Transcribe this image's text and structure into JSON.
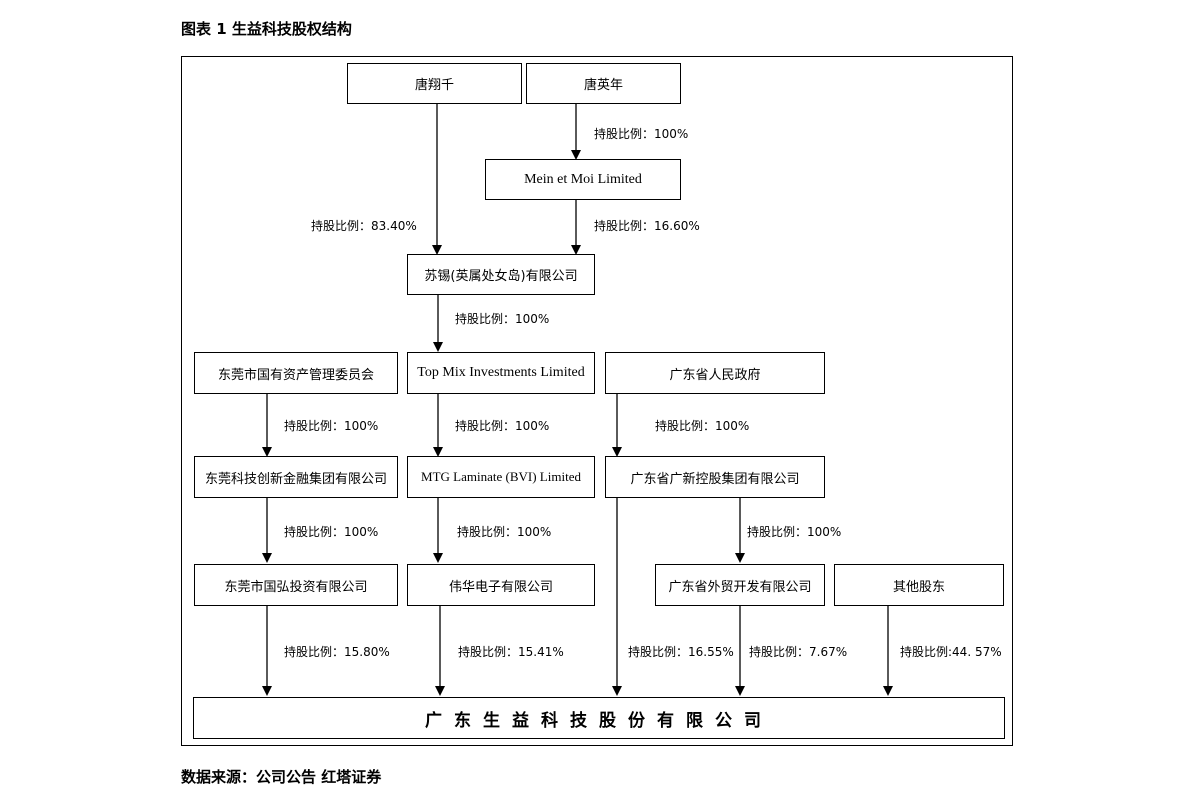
{
  "caption": "图表 1 生益科技股权结构",
  "source": "数据来源：公司公告 红塔证券",
  "nodes": {
    "tang_xiangqian": "唐翔千",
    "tang_yingnian": "唐英年",
    "mein_et_moi": "Mein et Moi Limited",
    "suxi": "苏锡(英属处女岛)有限公司",
    "dongguan_sasac": "东莞市国有资产管理委员会",
    "top_mix": "Top Mix Investments Limited",
    "gd_gov": "广东省人民政府",
    "dg_tech_finance": "东莞科技创新金融集团有限公司",
    "mtg": "MTG Laminate (BVI) Limited",
    "gd_guangxin": "广东省广新控股集团有限公司",
    "dg_guohong": "东莞市国弘投资有限公司",
    "weihua": "伟华电子有限公司",
    "gd_foreign_trade": "广东省外贸开发有限公司",
    "other": "其他股东",
    "shengyi": "广东生益科技股份有限公司"
  },
  "labels": {
    "yn_to_mein": "持股比例：100%",
    "xq_to_suxi": "持股比例：83.40%",
    "mein_to_suxi": "持股比例：16.60%",
    "suxi_to_topmix": "持股比例：100%",
    "sasac_to_dgtech": "持股比例：100%",
    "topmix_to_mtg": "持股比例：100%",
    "gov_to_guangxin": "持股比例：100%",
    "dgtech_to_guohong": "持股比例：100%",
    "mtg_to_weihua": "持股比例：100%",
    "guangxin_to_trade": "持股比例：100%",
    "guohong_to_sy": "持股比例：15.80%",
    "weihua_to_sy": "持股比例：15.41%",
    "guangxin_to_sy": "持股比例：16.55%",
    "trade_to_sy": "持股比例：7.67%",
    "other_to_sy": "持股比例:44. 57%"
  }
}
